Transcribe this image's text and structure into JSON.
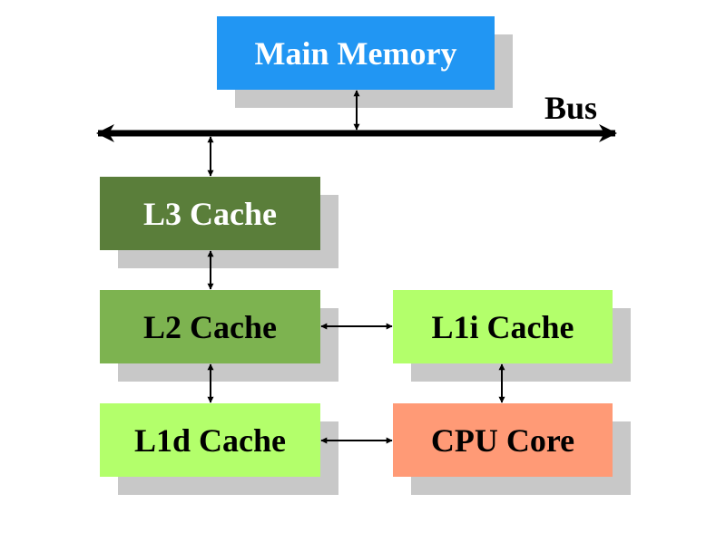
{
  "diagram": {
    "bus_label": "Bus",
    "nodes": {
      "main_memory": {
        "label": "Main Memory",
        "color": "#2196f3",
        "text_color": "#ffffff"
      },
      "l3_cache": {
        "label": "L3 Cache",
        "color": "#5a7e3a",
        "text_color": "#ffffff"
      },
      "l2_cache": {
        "label": "L2 Cache",
        "color": "#7db350",
        "text_color": "#000000"
      },
      "l1d_cache": {
        "label": "L1d Cache",
        "color": "#b3ff6b",
        "text_color": "#000000"
      },
      "l1i_cache": {
        "label": "L1i Cache",
        "color": "#b3ff6b",
        "text_color": "#000000"
      },
      "cpu_core": {
        "label": "CPU Core",
        "color": "#ff9a76",
        "text_color": "#000000"
      }
    },
    "shadow_color": "#c8c8c8",
    "edges": [
      {
        "from": "main_memory",
        "to": "bus"
      },
      {
        "from": "bus",
        "to": "l3_cache"
      },
      {
        "from": "l3_cache",
        "to": "l2_cache"
      },
      {
        "from": "l2_cache",
        "to": "l1d_cache"
      },
      {
        "from": "l2_cache",
        "to": "l1i_cache"
      },
      {
        "from": "l1i_cache",
        "to": "cpu_core"
      },
      {
        "from": "l1d_cache",
        "to": "cpu_core"
      }
    ]
  }
}
